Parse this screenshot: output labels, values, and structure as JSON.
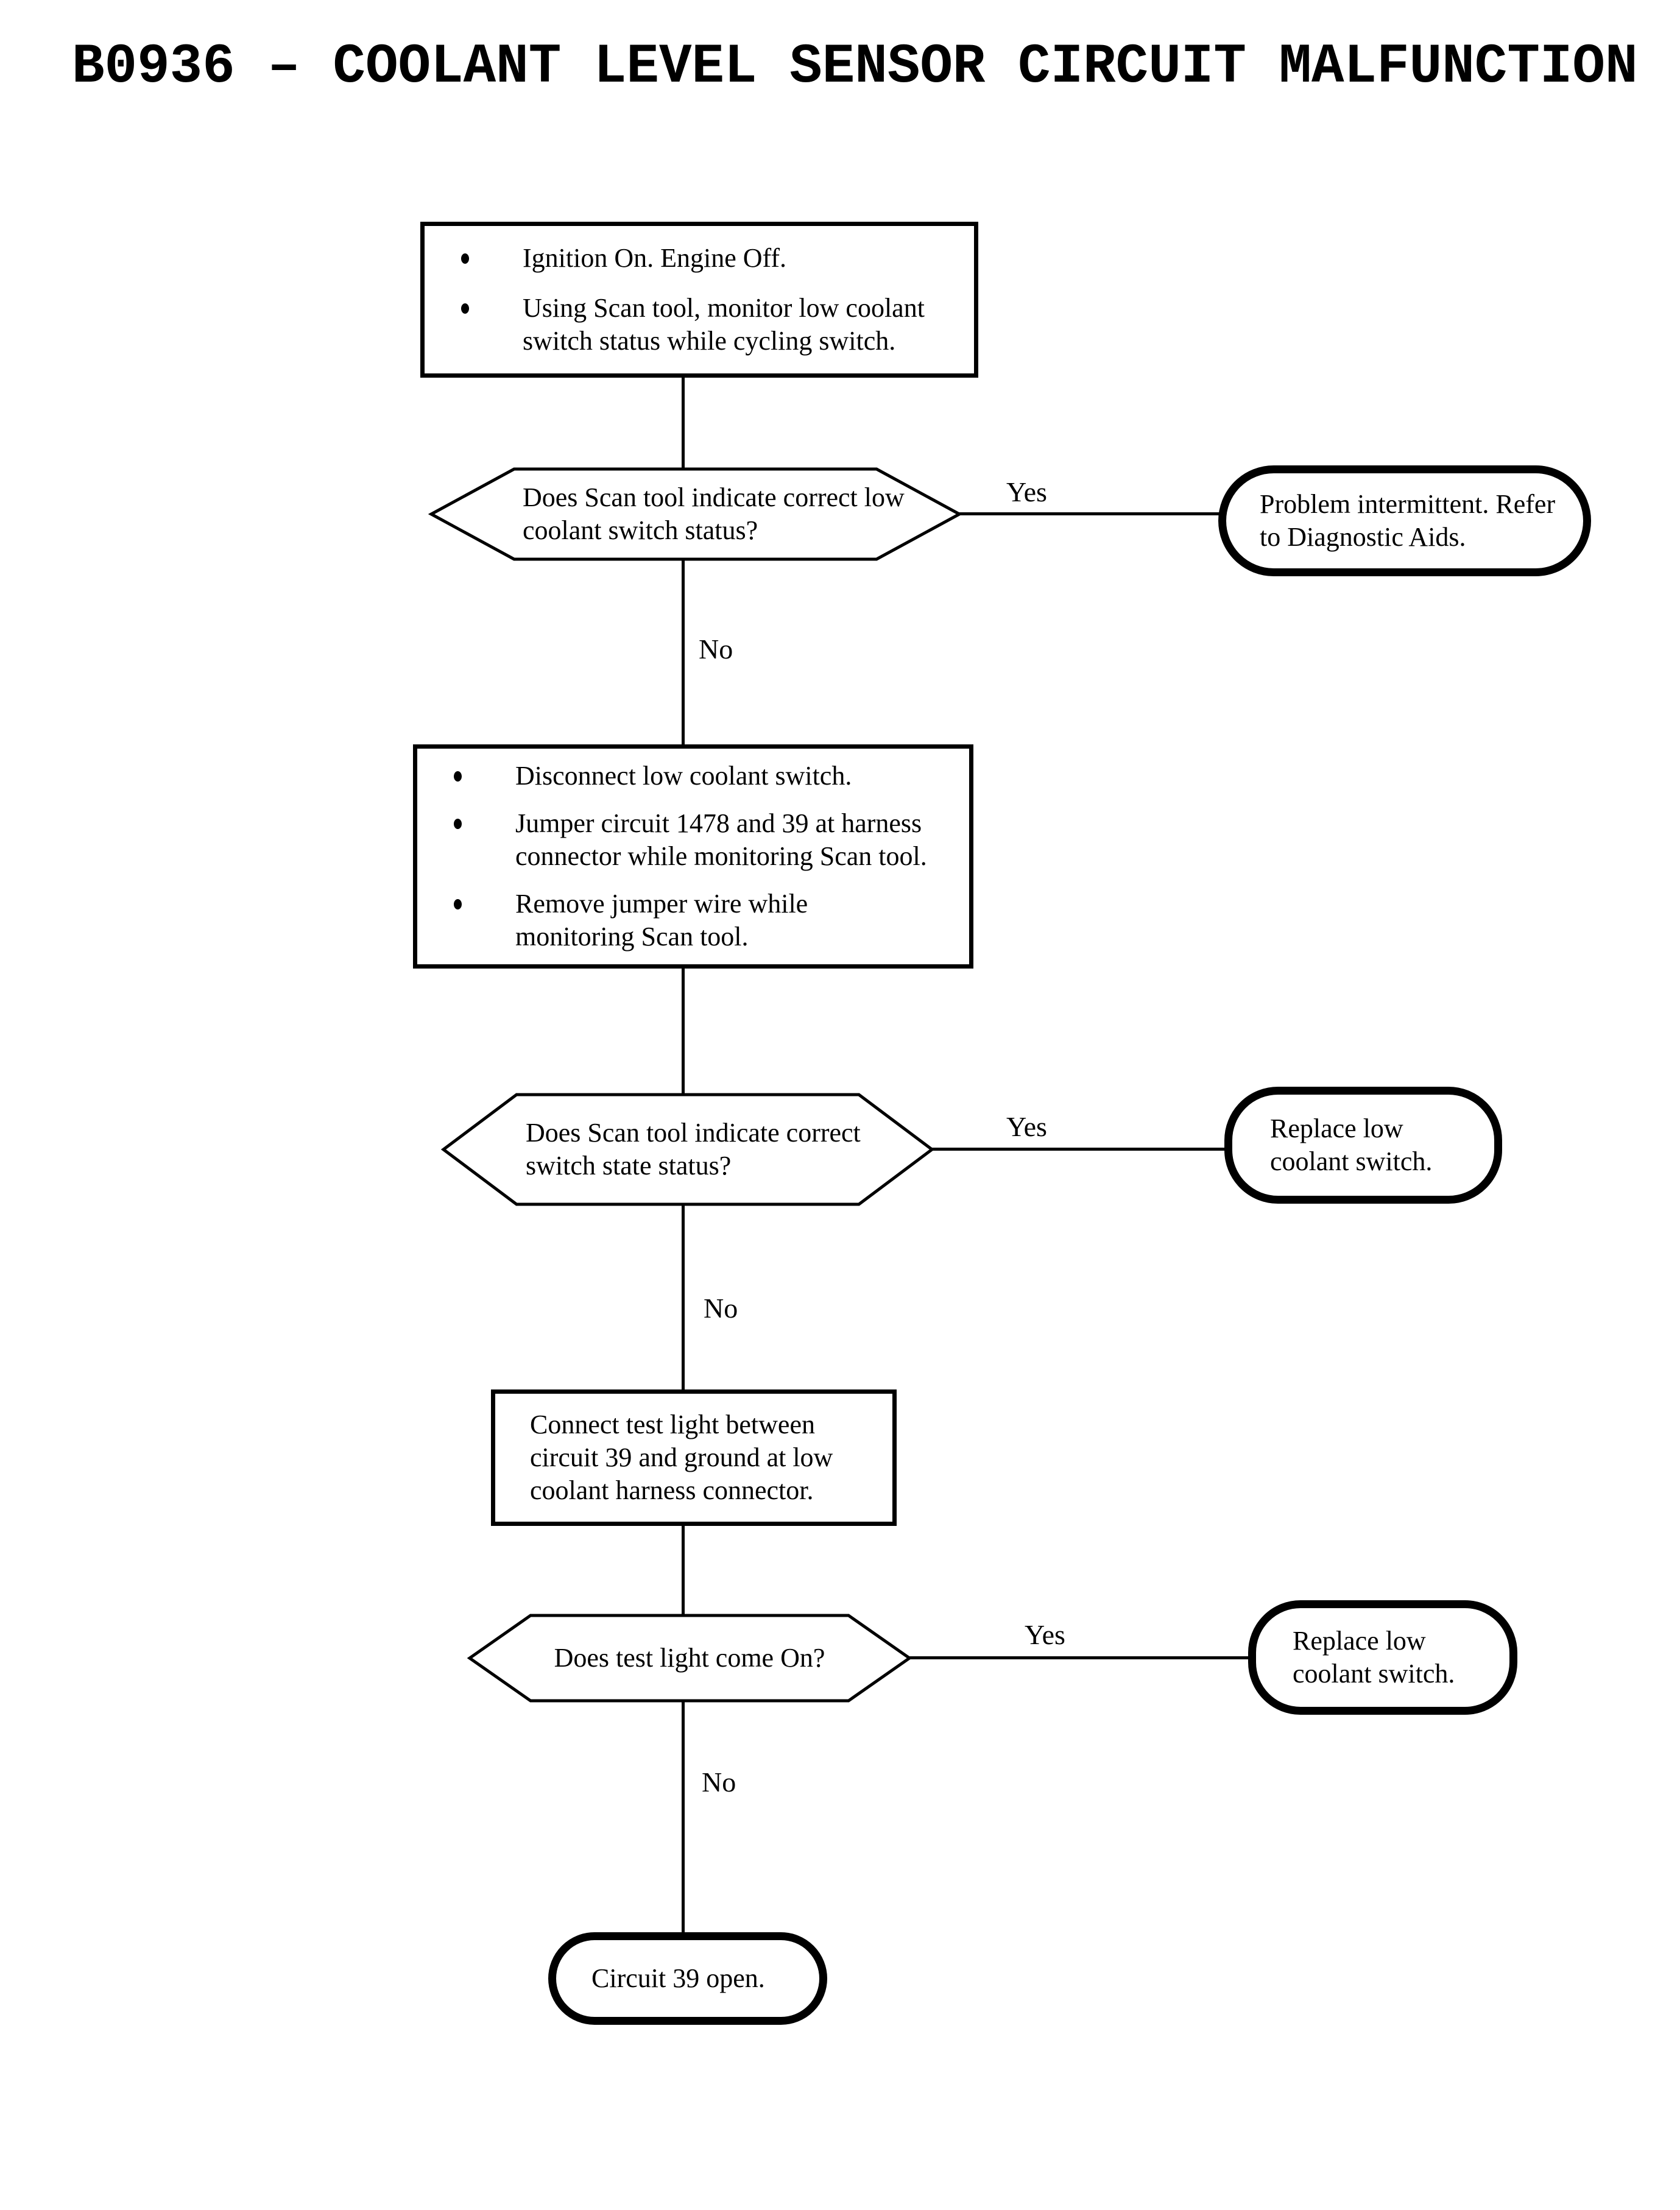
{
  "colors": {
    "ink": "#000000",
    "paper": "#ffffff"
  },
  "title": "B0936 – COOLANT LEVEL SENSOR CIRCUIT MALFUNCTION",
  "flow": {
    "step1": {
      "items": [
        "Ignition On. Engine Off.",
        "Using Scan tool, monitor low coolant switch status while cycling switch."
      ]
    },
    "decision1": {
      "question": "Does Scan tool indicate correct low coolant switch status?",
      "yes_label": "Yes",
      "no_label": "No"
    },
    "terminal1": {
      "text": "Problem intermittent. Refer to Diagnostic Aids."
    },
    "step2": {
      "items": [
        "Disconnect low coolant switch.",
        "Jumper circuit 1478 and 39 at harness connector while monitoring Scan tool.",
        "Remove jumper wire while monitoring Scan tool."
      ]
    },
    "decision2": {
      "question": "Does Scan tool indicate correct switch state status?",
      "yes_label": "Yes",
      "no_label": "No"
    },
    "terminal2": {
      "text": "Replace low coolant switch."
    },
    "step3": {
      "text": "Connect test light between circuit 39 and ground at low coolant harness connector."
    },
    "decision3": {
      "question": "Does test light come On?",
      "yes_label": "Yes",
      "no_label": "No"
    },
    "terminal3": {
      "text": "Replace low coolant switch."
    },
    "terminal4": {
      "text": "Circuit 39 open."
    }
  }
}
